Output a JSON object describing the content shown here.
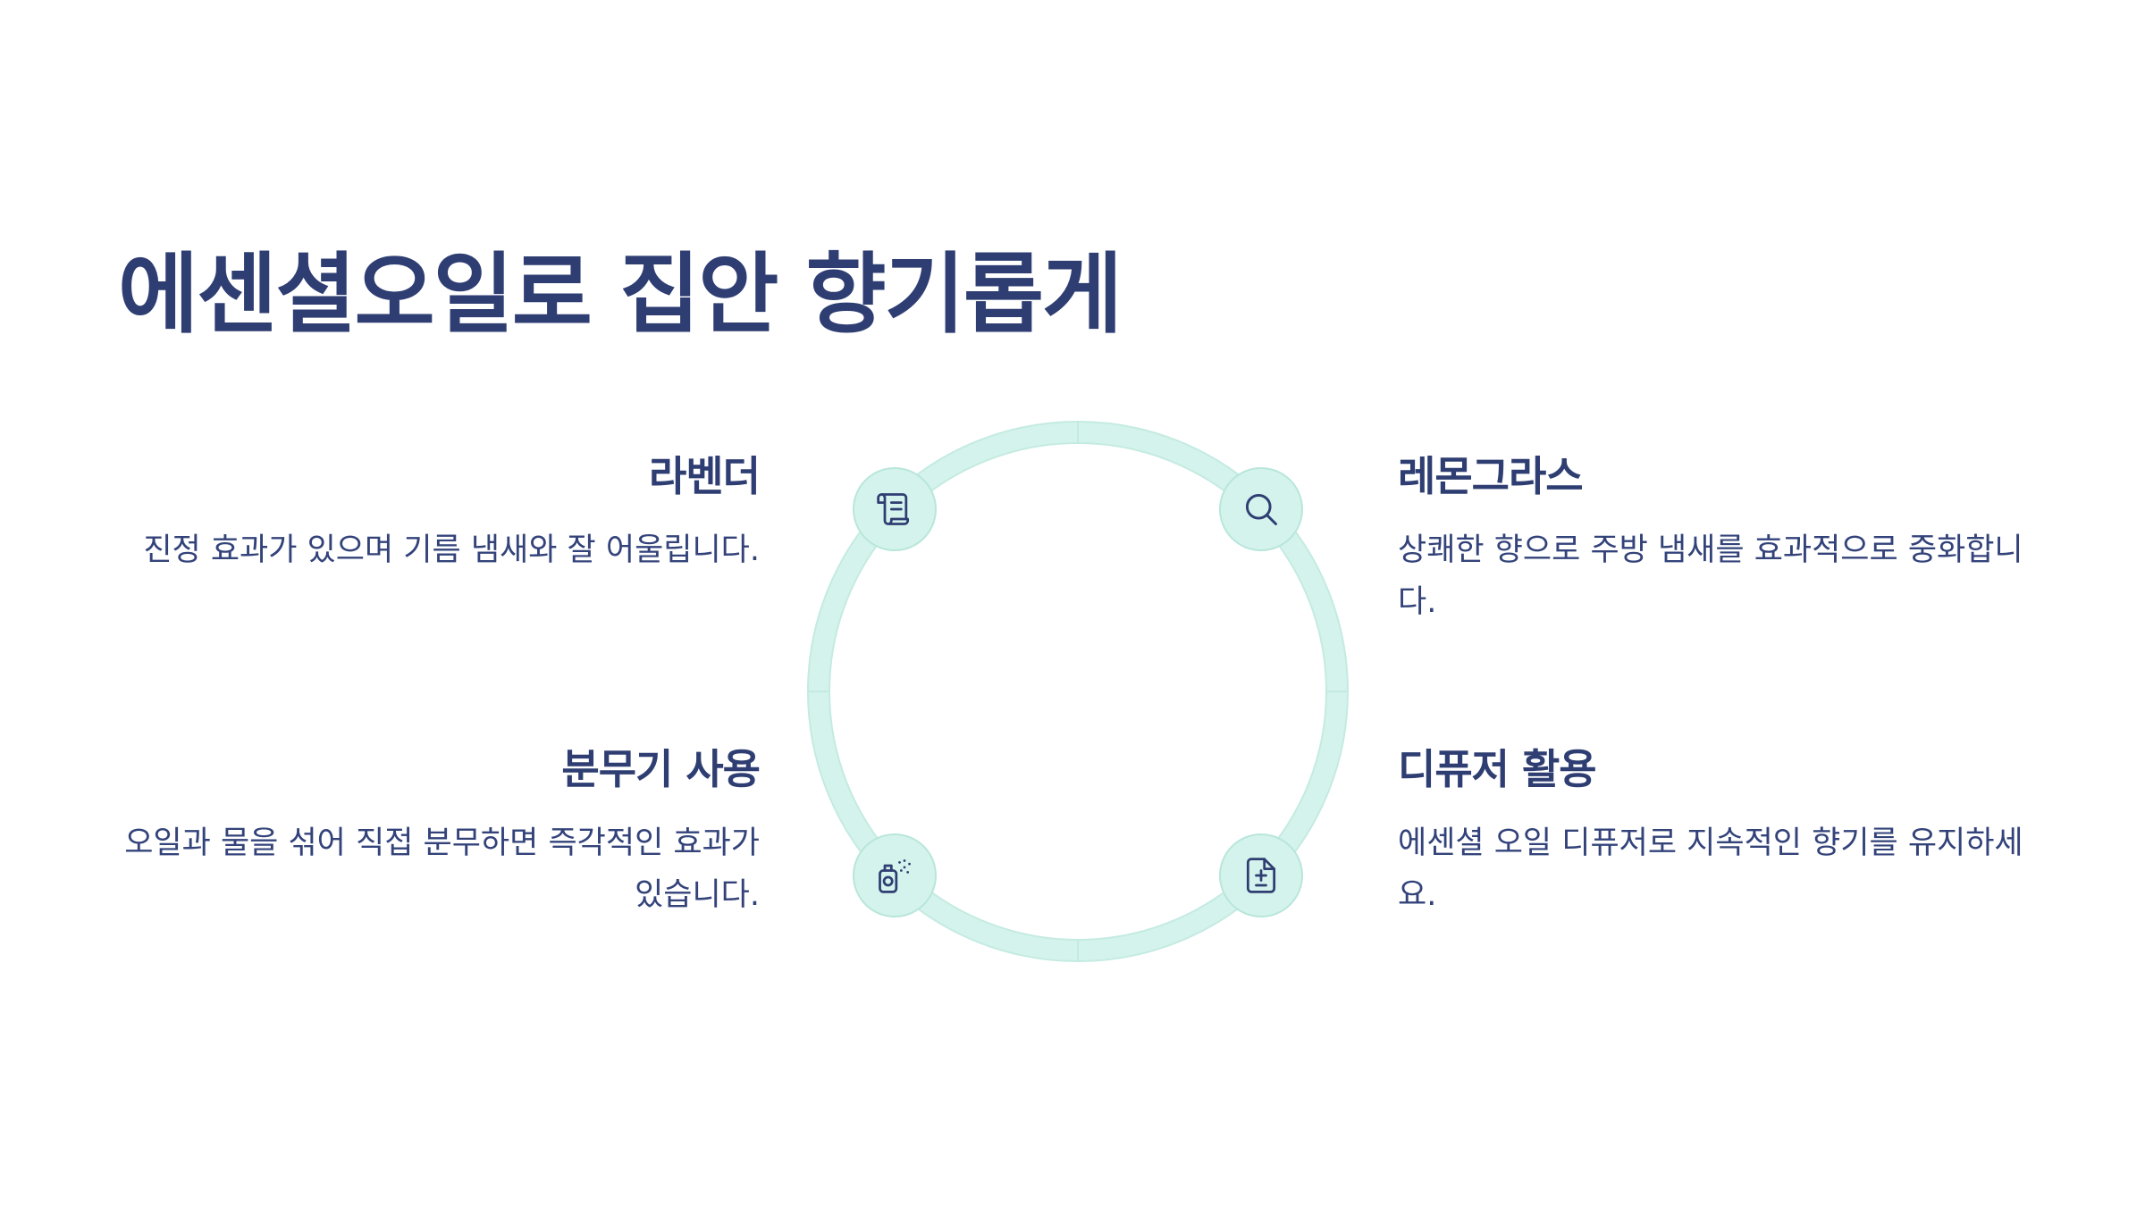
{
  "title": "에센셜오일로 집안 향기롭게",
  "colors": {
    "title": "#2f3e72",
    "text": "#33437a",
    "ring": "#d4f3ec",
    "ring_stroke": "#b8e6da",
    "icon_stroke": "#2f3e72"
  },
  "items": {
    "lavender": {
      "title": "라벤더",
      "description": "진정 효과가 있으며 기름 냄새와 잘 어울립니다.",
      "icon": "scroll-icon"
    },
    "lemongrass": {
      "title": "레몬그라스",
      "description": "상쾌한 향으로 주방 냄새를 효과적으로 중화합니다.",
      "icon": "search-icon"
    },
    "sprayer": {
      "title": "분무기 사용",
      "description": "오일과 물을 섞어 직접 분무하면 즉각적인 효과가 있습니다.",
      "icon": "spray-bottle-icon"
    },
    "diffuser": {
      "title": "디퓨저 활용",
      "description": "에센셜 오일 디퓨저로 지속적인 향기를 유지하세요.",
      "icon": "file-plus-minus-icon"
    }
  }
}
